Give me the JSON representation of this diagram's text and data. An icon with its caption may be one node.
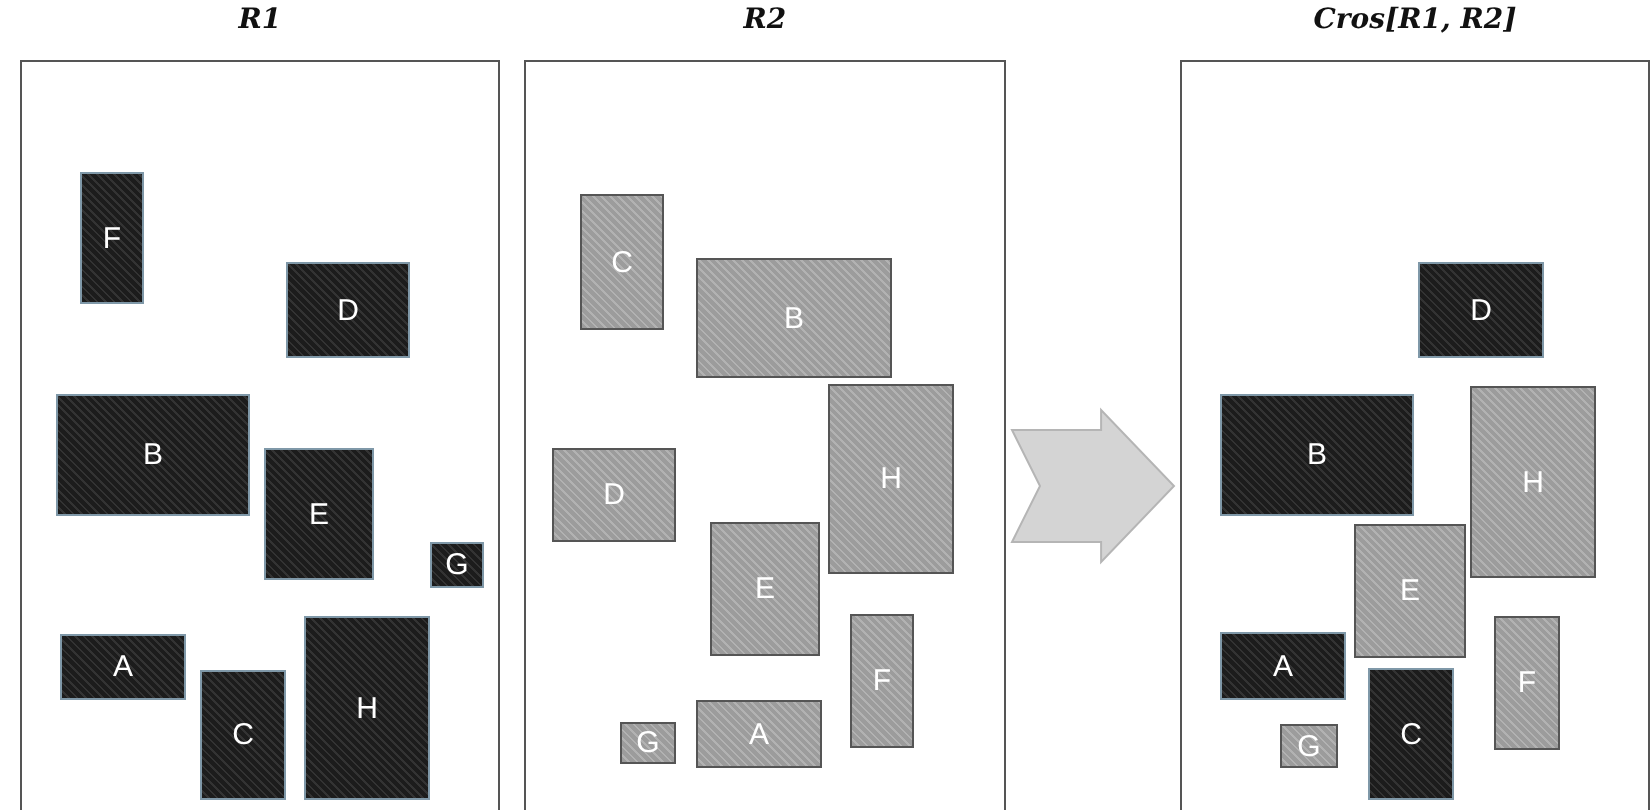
{
  "diagram": {
    "nodes": [
      {
        "text": [
          "R1"
        ]
      },
      {
        "text": [
          "F"
        ],
        "in": 0
      },
      {
        "text": [
          "D"
        ],
        "in": 0
      },
      {
        "text": [
          "B"
        ],
        "in": 0
      },
      {
        "text": [
          "E"
        ],
        "in": 0
      },
      {
        "text": [
          "G"
        ],
        "in": 0
      },
      {
        "text": [
          "A"
        ],
        "in": 0
      },
      {
        "text": [
          "C"
        ],
        "in": 0
      },
      {
        "text": [
          "H"
        ],
        "in": 0
      },
      {
        "text": [
          "R2"
        ]
      },
      {
        "text": [
          "C"
        ],
        "in": 9
      },
      {
        "text": [
          "B"
        ],
        "in": 9
      },
      {
        "text": [
          "H"
        ],
        "in": 9
      },
      {
        "text": [
          "D"
        ],
        "in": 9
      },
      {
        "text": [
          "E"
        ],
        "in": 9
      },
      {
        "text": [
          "F"
        ],
        "in": 9
      },
      {
        "text": [
          "A"
        ],
        "in": 9
      },
      {
        "text": [
          "G"
        ],
        "in": 9
      },
      {
        "text": [
          "Cros[R1, R2]"
        ]
      },
      {
        "text": [
          "D"
        ],
        "in": 18
      },
      {
        "text": [
          "B"
        ],
        "in": 18
      },
      {
        "text": [
          "H"
        ],
        "in": 18
      },
      {
        "text": [
          "E"
        ],
        "in": 18
      },
      {
        "text": [
          "F"
        ],
        "in": 18
      },
      {
        "text": [
          "A"
        ],
        "in": 18
      },
      {
        "text": [
          "C"
        ],
        "in": 18
      },
      {
        "text": [
          "G"
        ],
        "in": 18
      }
    ],
    "edges": [
      {
        "from": 9,
        "to": 18,
        "arrow": "to"
      }
    ]
  }
}
